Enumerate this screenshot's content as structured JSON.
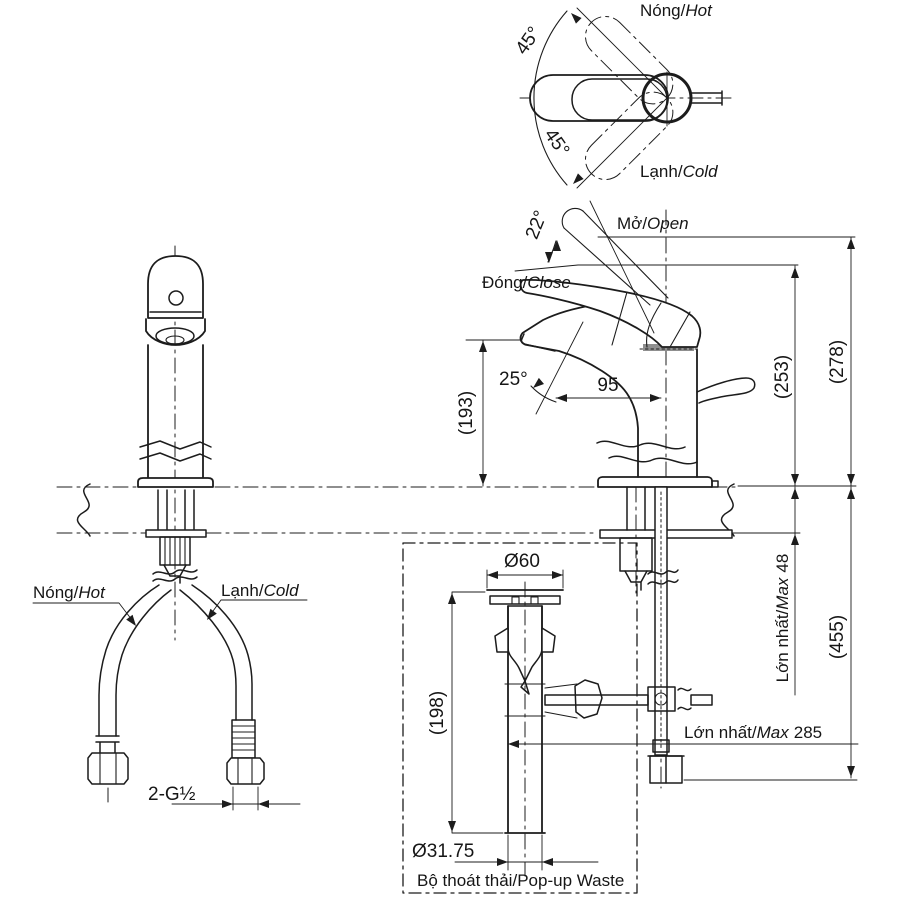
{
  "colors": {
    "line": "#1c1c1c",
    "background": "#ffffff",
    "joint_shade": "#8f8f8f"
  },
  "top_view": {
    "hot": {
      "vi": "Nóng",
      "sep": "/",
      "en": "Hot"
    },
    "cold": {
      "vi": "Lạnh",
      "sep": "/",
      "en": "Cold"
    },
    "angle_upper": "45°",
    "angle_lower": "45°"
  },
  "side_view": {
    "open": {
      "vi": "Mở",
      "sep": "/",
      "en": "Open"
    },
    "close": {
      "vi": "Đóng",
      "sep": "/",
      "en": "Close"
    },
    "lever_angle": "22°",
    "spout_angle": "25°",
    "spout_reach": "95",
    "dims": {
      "spout_height": "(193)",
      "closed_height": "(253)",
      "open_height": "(278)",
      "under_counter": "(455)"
    },
    "max_deck": {
      "vi": "Lớn nhất",
      "sep": "/",
      "en": "Max",
      "value": "48"
    },
    "max_rod": {
      "vi": "Lớn nhất",
      "sep": "/",
      "en": "Max",
      "value": "285"
    }
  },
  "front_view": {
    "hot": {
      "vi": "Nóng",
      "sep": "/",
      "en": "Hot"
    },
    "cold": {
      "vi": "Lạnh",
      "sep": "/",
      "en": "Cold"
    },
    "thread": "2-G½"
  },
  "popup": {
    "label": {
      "vi": "Bộ thoát thải",
      "sep": "/",
      "en": "Pop-up Waste"
    },
    "flange_dia": "Ø60",
    "height": "(198)",
    "pipe_dia": "Ø31.75"
  }
}
